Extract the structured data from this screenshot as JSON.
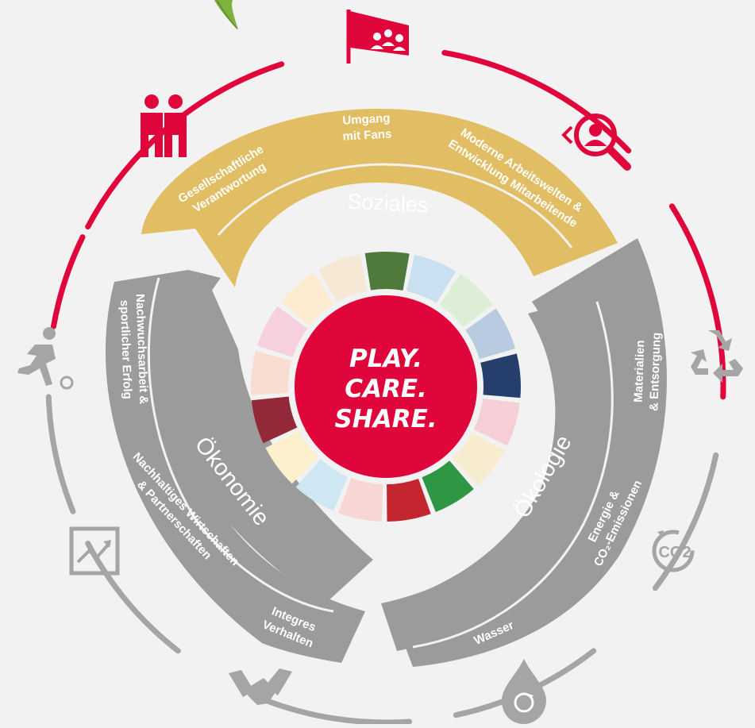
{
  "center": {
    "line1": "PLAY.",
    "line2": "CARE.",
    "line3": "SHARE."
  },
  "pillars": {
    "social": {
      "title": "Soziales",
      "topics": [
        {
          "line1": "Gesellschaftliche",
          "line2": "Verantwortung"
        },
        {
          "line1": "Umgang",
          "line2": "mit Fans"
        },
        {
          "line1": "Moderne Arbeitswelten &",
          "line2": "Entwicklung Mitarbeitende"
        }
      ]
    },
    "economy": {
      "title": "Ökonomie",
      "topics": [
        {
          "line1": "Nachwuchsarbeit &",
          "line2": "sportlicher Erfolg"
        },
        {
          "line1": "Nachhaltiges Wirtschaften",
          "line2": "& Partnerschaften"
        },
        {
          "line1": "Integres",
          "line2": "Verhalten"
        }
      ]
    },
    "ecology": {
      "title": "Ökologie",
      "topics": [
        {
          "line1": "Materialien",
          "line2": "& Entsorgung"
        },
        {
          "line1": "Energie &",
          "line2": "CO₂-Emissionen"
        },
        {
          "line1": "Wasser",
          "line2": ""
        }
      ]
    }
  },
  "co2_icon_label": "CO2",
  "icons": {
    "fans_flag": "fans-flag-icon",
    "recruiting": "recruiting-magnifier-icon",
    "recycling": "recycling-icon",
    "co2": "co2-cycle-icon",
    "water": "water-drop-icon",
    "handshake": "handshake-icon",
    "growth_chart": "growth-chart-icon",
    "football_player": "football-player-icon",
    "community": "community-people-icon",
    "leaf": "leaf-icon"
  },
  "colors": {
    "accent_red": "#e0063b",
    "social_gold": "#e1bd63",
    "pillar_gray": "#9b9b9b",
    "ring_gray": "#a5a5a5",
    "background": "#f2f2f2",
    "leaf_green": "#7fb13f"
  },
  "sdg_tiles": [
    "#4f7a3c",
    "#c9e0f0",
    "#dcefd6",
    "#b8cbe0",
    "#263e6c",
    "#f6cfd6",
    "#f7ecd0",
    "#2f9644",
    "#c4262f",
    "#f8d6d6",
    "#cfe7f2",
    "#fdf0cc",
    "#922838",
    "#f8ddd0",
    "#f6d0df",
    "#fcebcf",
    "#f5e8d4"
  ]
}
